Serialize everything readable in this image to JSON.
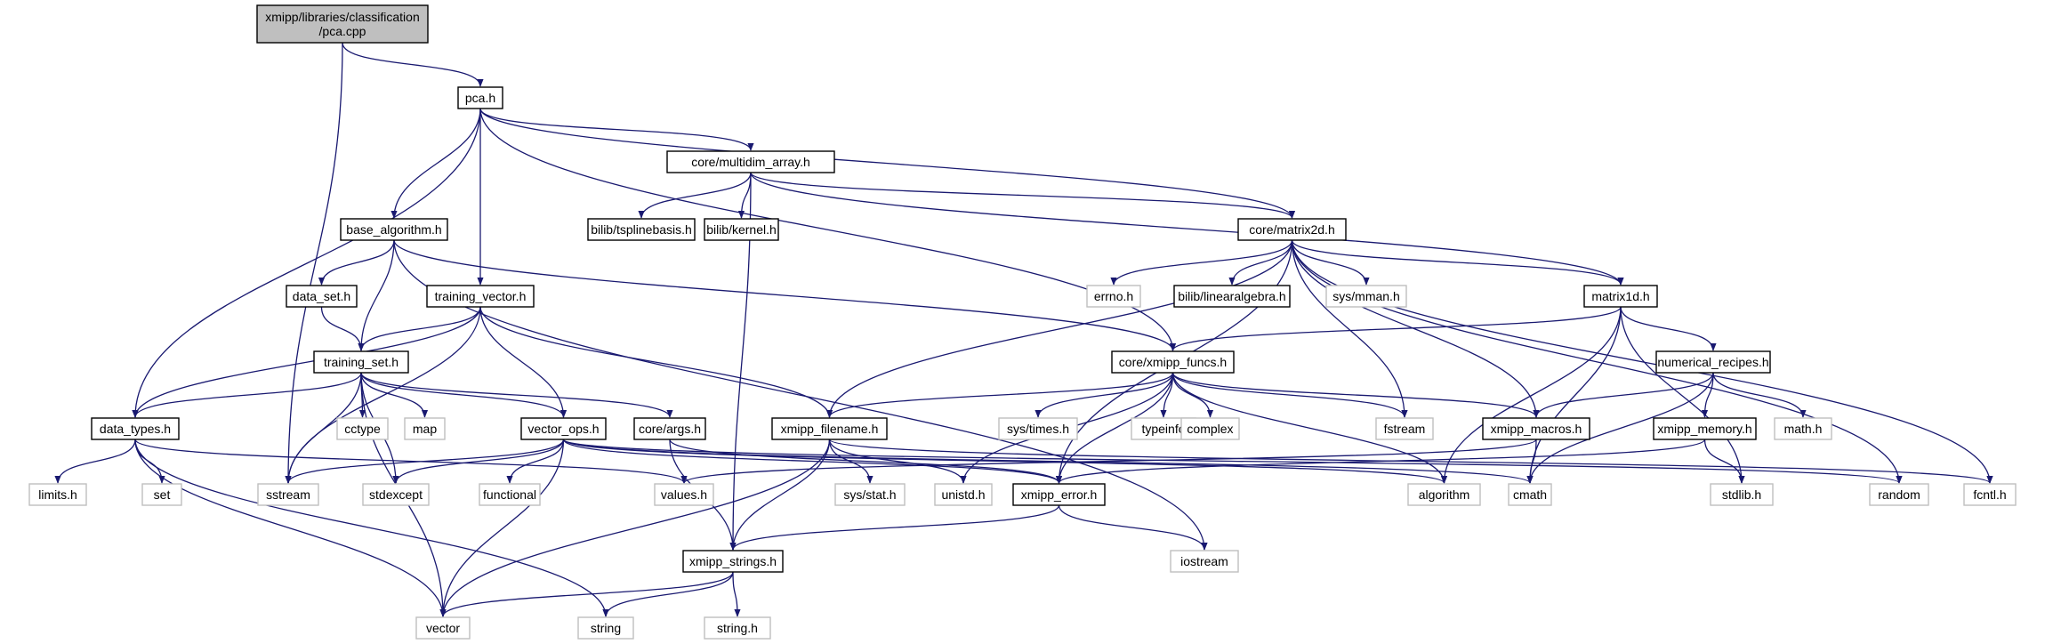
{
  "colors": {
    "edge": "#191970",
    "root_fill": "#bfbfbf",
    "local_border": "#000000",
    "system_border": "#bfbfbf",
    "background": "#ffffff"
  },
  "nodes": [
    {
      "id": "pca_cpp",
      "kind": "root",
      "lines": [
        "xmipp/libraries/classification",
        "/pca.cpp"
      ]
    },
    {
      "id": "pca_h",
      "kind": "local",
      "lines": [
        "pca.h"
      ]
    },
    {
      "id": "multidim_array",
      "kind": "local",
      "lines": [
        "core/multidim_array.h"
      ]
    },
    {
      "id": "base_algorithm",
      "kind": "local",
      "lines": [
        "base_algorithm.h"
      ]
    },
    {
      "id": "tsplinebasis",
      "kind": "local",
      "lines": [
        "bilib/tsplinebasis.h"
      ]
    },
    {
      "id": "kernel",
      "kind": "local",
      "lines": [
        "bilib/kernel.h"
      ]
    },
    {
      "id": "matrix2d",
      "kind": "local",
      "lines": [
        "core/matrix2d.h"
      ]
    },
    {
      "id": "data_set",
      "kind": "local",
      "lines": [
        "data_set.h"
      ]
    },
    {
      "id": "training_vector",
      "kind": "local",
      "lines": [
        "training_vector.h"
      ]
    },
    {
      "id": "errno_h",
      "kind": "system",
      "lines": [
        "errno.h"
      ]
    },
    {
      "id": "linearalgebra",
      "kind": "local",
      "lines": [
        "bilib/linearalgebra.h"
      ]
    },
    {
      "id": "sys_mman",
      "kind": "system",
      "lines": [
        "sys/mman.h"
      ]
    },
    {
      "id": "matrix1d",
      "kind": "local",
      "lines": [
        "matrix1d.h"
      ]
    },
    {
      "id": "training_set",
      "kind": "local",
      "lines": [
        "training_set.h"
      ]
    },
    {
      "id": "xmipp_funcs",
      "kind": "local",
      "lines": [
        "core/xmipp_funcs.h"
      ]
    },
    {
      "id": "numerical_recipes",
      "kind": "local",
      "lines": [
        "numerical_recipes.h"
      ]
    },
    {
      "id": "data_types",
      "kind": "local",
      "lines": [
        "data_types.h"
      ]
    },
    {
      "id": "cctype",
      "kind": "system",
      "lines": [
        "cctype"
      ]
    },
    {
      "id": "map",
      "kind": "system",
      "lines": [
        "map"
      ]
    },
    {
      "id": "vector_ops",
      "kind": "local",
      "lines": [
        "vector_ops.h"
      ]
    },
    {
      "id": "core_args",
      "kind": "local",
      "lines": [
        "core/args.h"
      ]
    },
    {
      "id": "xmipp_filename",
      "kind": "local",
      "lines": [
        "xmipp_filename.h"
      ]
    },
    {
      "id": "sys_times",
      "kind": "system",
      "lines": [
        "sys/times.h"
      ]
    },
    {
      "id": "typeinfo",
      "kind": "system",
      "lines": [
        "typeinfo"
      ]
    },
    {
      "id": "complex",
      "kind": "system",
      "lines": [
        "complex"
      ]
    },
    {
      "id": "fstream",
      "kind": "system",
      "lines": [
        "fstream"
      ]
    },
    {
      "id": "xmipp_macros",
      "kind": "local",
      "lines": [
        "xmipp_macros.h"
      ]
    },
    {
      "id": "xmipp_memory",
      "kind": "local",
      "lines": [
        "xmipp_memory.h"
      ]
    },
    {
      "id": "math_h",
      "kind": "system",
      "lines": [
        "math.h"
      ]
    },
    {
      "id": "limits_h",
      "kind": "system",
      "lines": [
        "limits.h"
      ]
    },
    {
      "id": "set",
      "kind": "system",
      "lines": [
        "set"
      ]
    },
    {
      "id": "sstream",
      "kind": "system",
      "lines": [
        "sstream"
      ]
    },
    {
      "id": "stdexcept",
      "kind": "system",
      "lines": [
        "stdexcept"
      ]
    },
    {
      "id": "functional",
      "kind": "system",
      "lines": [
        "functional"
      ]
    },
    {
      "id": "values_h",
      "kind": "system",
      "lines": [
        "values.h"
      ]
    },
    {
      "id": "sys_stat",
      "kind": "system",
      "lines": [
        "sys/stat.h"
      ]
    },
    {
      "id": "unistd_h",
      "kind": "system",
      "lines": [
        "unistd.h"
      ]
    },
    {
      "id": "xmipp_error",
      "kind": "local",
      "lines": [
        "xmipp_error.h"
      ]
    },
    {
      "id": "algorithm",
      "kind": "system",
      "lines": [
        "algorithm"
      ]
    },
    {
      "id": "cmath",
      "kind": "system",
      "lines": [
        "cmath"
      ]
    },
    {
      "id": "stdlib_h",
      "kind": "system",
      "lines": [
        "stdlib.h"
      ]
    },
    {
      "id": "random",
      "kind": "system",
      "lines": [
        "random"
      ]
    },
    {
      "id": "fcntl_h",
      "kind": "system",
      "lines": [
        "fcntl.h"
      ]
    },
    {
      "id": "xmipp_strings",
      "kind": "local",
      "lines": [
        "xmipp_strings.h"
      ]
    },
    {
      "id": "iostream",
      "kind": "system",
      "lines": [
        "iostream"
      ]
    },
    {
      "id": "vector",
      "kind": "system",
      "lines": [
        "vector"
      ]
    },
    {
      "id": "string",
      "kind": "system",
      "lines": [
        "string"
      ]
    },
    {
      "id": "string_h",
      "kind": "system",
      "lines": [
        "string.h"
      ]
    }
  ],
  "edges": [
    [
      "pca_cpp",
      "pca_h"
    ],
    [
      "pca_cpp",
      "sstream"
    ],
    [
      "pca_h",
      "multidim_array"
    ],
    [
      "pca_h",
      "base_algorithm"
    ],
    [
      "pca_h",
      "training_vector"
    ],
    [
      "pca_h",
      "data_types"
    ],
    [
      "pca_h",
      "matrix2d"
    ],
    [
      "pca_h",
      "xmipp_funcs"
    ],
    [
      "multidim_array",
      "tsplinebasis"
    ],
    [
      "multidim_array",
      "kernel"
    ],
    [
      "multidim_array",
      "matrix2d"
    ],
    [
      "multidim_array",
      "matrix1d"
    ],
    [
      "multidim_array",
      "xmipp_strings"
    ],
    [
      "base_algorithm",
      "data_set"
    ],
    [
      "base_algorithm",
      "training_set"
    ],
    [
      "base_algorithm",
      "xmipp_funcs"
    ],
    [
      "base_algorithm",
      "iostream"
    ],
    [
      "matrix2d",
      "errno_h"
    ],
    [
      "matrix2d",
      "linearalgebra"
    ],
    [
      "matrix2d",
      "sys_mman"
    ],
    [
      "matrix2d",
      "matrix1d"
    ],
    [
      "matrix2d",
      "xmipp_filename"
    ],
    [
      "matrix2d",
      "xmipp_macros"
    ],
    [
      "matrix2d",
      "fstream"
    ],
    [
      "matrix2d",
      "xmipp_error"
    ],
    [
      "matrix2d",
      "random"
    ],
    [
      "matrix2d",
      "fcntl_h"
    ],
    [
      "data_set",
      "training_set"
    ],
    [
      "training_vector",
      "training_set"
    ],
    [
      "training_vector",
      "data_types"
    ],
    [
      "training_vector",
      "vector_ops"
    ],
    [
      "training_vector",
      "xmipp_filename"
    ],
    [
      "training_vector",
      "sstream"
    ],
    [
      "matrix1d",
      "xmipp_funcs"
    ],
    [
      "matrix1d",
      "numerical_recipes"
    ],
    [
      "matrix1d",
      "algorithm"
    ],
    [
      "matrix1d",
      "cmath"
    ],
    [
      "matrix1d",
      "stdlib_h"
    ],
    [
      "training_set",
      "data_types"
    ],
    [
      "training_set",
      "cctype"
    ],
    [
      "training_set",
      "map"
    ],
    [
      "training_set",
      "vector_ops"
    ],
    [
      "training_set",
      "core_args"
    ],
    [
      "training_set",
      "sstream"
    ],
    [
      "training_set",
      "stdexcept"
    ],
    [
      "training_set",
      "vector"
    ],
    [
      "xmipp_funcs",
      "xmipp_filename"
    ],
    [
      "xmipp_funcs",
      "sys_times"
    ],
    [
      "xmipp_funcs",
      "typeinfo"
    ],
    [
      "xmipp_funcs",
      "complex"
    ],
    [
      "xmipp_funcs",
      "fstream"
    ],
    [
      "xmipp_funcs",
      "xmipp_macros"
    ],
    [
      "xmipp_funcs",
      "xmipp_error"
    ],
    [
      "xmipp_funcs",
      "algorithm"
    ],
    [
      "xmipp_funcs",
      "unistd_h"
    ],
    [
      "numerical_recipes",
      "xmipp_macros"
    ],
    [
      "numerical_recipes",
      "xmipp_memory"
    ],
    [
      "numerical_recipes",
      "math_h"
    ],
    [
      "numerical_recipes",
      "cmath"
    ],
    [
      "data_types",
      "limits_h"
    ],
    [
      "data_types",
      "set"
    ],
    [
      "data_types",
      "values_h"
    ],
    [
      "data_types",
      "vector"
    ],
    [
      "data_types",
      "string"
    ],
    [
      "vector_ops",
      "sstream"
    ],
    [
      "vector_ops",
      "stdexcept"
    ],
    [
      "vector_ops",
      "functional"
    ],
    [
      "vector_ops",
      "vector"
    ],
    [
      "vector_ops",
      "xmipp_error"
    ],
    [
      "vector_ops",
      "algorithm"
    ],
    [
      "vector_ops",
      "cmath"
    ],
    [
      "vector_ops",
      "random"
    ],
    [
      "core_args",
      "xmipp_strings"
    ],
    [
      "core_args",
      "xmipp_error"
    ],
    [
      "xmipp_filename",
      "sys_stat"
    ],
    [
      "xmipp_filename",
      "unistd_h"
    ],
    [
      "xmipp_filename",
      "xmipp_strings"
    ],
    [
      "xmipp_filename",
      "vector"
    ],
    [
      "xmipp_filename",
      "fcntl_h"
    ],
    [
      "xmipp_macros",
      "values_h"
    ],
    [
      "xmipp_macros",
      "cmath"
    ],
    [
      "xmipp_memory",
      "stdlib_h"
    ],
    [
      "xmipp_memory",
      "xmipp_error"
    ],
    [
      "xmipp_error",
      "xmipp_strings"
    ],
    [
      "xmipp_error",
      "iostream"
    ],
    [
      "xmipp_strings",
      "vector"
    ],
    [
      "xmipp_strings",
      "string"
    ],
    [
      "xmipp_strings",
      "string_h"
    ]
  ]
}
